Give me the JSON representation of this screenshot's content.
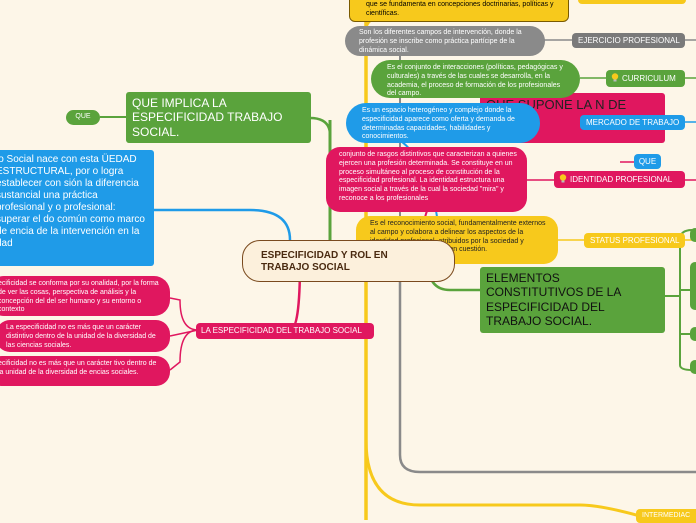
{
  "colors": {
    "background": "#fdf6e8",
    "green": "#5aa33c",
    "blue": "#1f9be8",
    "pink": "#e0175f",
    "yellow": "#f7c91c",
    "gray": "#8a8a8a",
    "dark_gray": "#7a7a7a",
    "center_fill": "#fcf0dc",
    "center_border": "#7a4a1e"
  },
  "center": {
    "title": "ESPECIFICIDAD  Y ROL EN TRABAJO SOCIAL"
  },
  "left": {
    "que_label": "QUE",
    "que_implica": "QUE IMPLICA LA ESPECIFICIDAD TRABAJO SOCIAL.",
    "blue_text": "jo Social nace con esta ÜEDAD ESTRUCTURAL, por o logra establecer con sión la diferencia sustancial una práctica profesional y o profesional: superar el do común como marco de encia de la intervención en la dad",
    "la_especificidad_label": "LA ESPECIFICIDAD DEL TRABAJO SOCIAL",
    "pink_notes": [
      "ecificidad se conforma por su onalidad, por la forma de ver las cosas, perspectiva de análisis y la concepción del del ser humano y su entorno o contexto",
      "La especificidad no es más que un carácter distintivo dentro de la unidad de la diversidad de las ciencias sociales.",
      "ecificidad no es más que un carácter tivo dentro de la unidad de la diversidad de encias sociales."
    ]
  },
  "right": {
    "top_yellow_note": "que se fundamenta en concepciones doctrinarias, políticas y científicas.",
    "gray_note": "Son los diferentes campos de intervención, donde la profesión se inscribe como práctica partícipe de la dinámica social.",
    "ejercicio_label": "EJERCICIO PROFESIONAL",
    "green_note": "Es el conjunto de interacciones (políticas, pedagógicas y culturales) a través de las cuales se desarrolla, en la academia, el proceso de formación de los profesionales del campo.",
    "curriculum_label": "CURRICULUM",
    "hidden_pink_title": "QUE SUPONE LA N DE",
    "blue_note": "Es un espacio heterogéneo y complejo donde la especificidad aparece como oferta y demanda de determinadas capacidades, habilidades y conocimientos.",
    "mercado_label": "MERCADO DE TRABAJO",
    "pink_note": "conjunto de rasgos distintivos que caracterizan a quienes ejercen una profesión determinada.  Se constituye en un proceso simultáneo al proceso de constitución de la especificidad profesional. La identidad estructura una imagen social a través de la cual la sociedad \"mira\" y reconoce a los profesionales",
    "que_label": "QUE",
    "identidad_label": "IDENTIDAD PROFESIONAL",
    "yellow_note": "Es el reconocimiento social, fundamentalmente externos al campo y colabora a delinear los aspectos de la identidad profesional, atribuidos por la sociedad y elaborados por el gremio en cuestión.",
    "status_label": "STATUS PROFESIONAL",
    "elementos": "ELEMENTOS CONSTITUTIVOS DE LA ESPECIFICIDAD DEL TRABAJO SOCIAL.",
    "intermedia_label": "INTERMEDIAC"
  }
}
